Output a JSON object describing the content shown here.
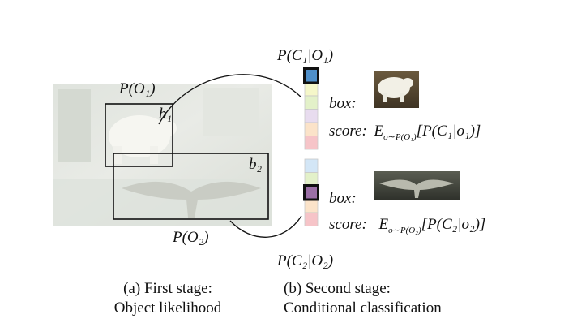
{
  "stage_a": {
    "prob_o1": "P(O₁)",
    "prob_o2": "P(O₂)",
    "box_b1": "b₁",
    "box_b2": "b₂",
    "caption_line1": "(a) First stage:",
    "caption_line2": "Object likelihood"
  },
  "stage_b": {
    "prob_c1": "P(C₁|O₁)",
    "prob_c2": "P(C₂|O₂)",
    "box_label_1": "box:",
    "box_label_2": "box:",
    "score_label_1": "score:",
    "score_expr_1": "E",
    "score_sub_1": "o∼P(O₁)",
    "score_body_1": "[P(C₁|o₁)]",
    "score_label_2": "score:",
    "score_expr_2": "E",
    "score_sub_2": "o∼P(O₂)",
    "score_body_2": "[P(C₂|o₂)]",
    "caption_line1": "(b) Second stage:",
    "caption_line2": "Conditional classification"
  },
  "colors": {
    "cells_top": [
      "#4f8fc9",
      "#f5f7c9",
      "#e3f1c9",
      "#e8dcef",
      "#fbe3c9",
      "#f6c4c8"
    ],
    "cells_bottom": [
      "#d3e6f6",
      "#e3f1c9",
      "#9b6fa6",
      "#fbe3c9",
      "#f6c4c8"
    ],
    "highlight_border": "#111111"
  }
}
